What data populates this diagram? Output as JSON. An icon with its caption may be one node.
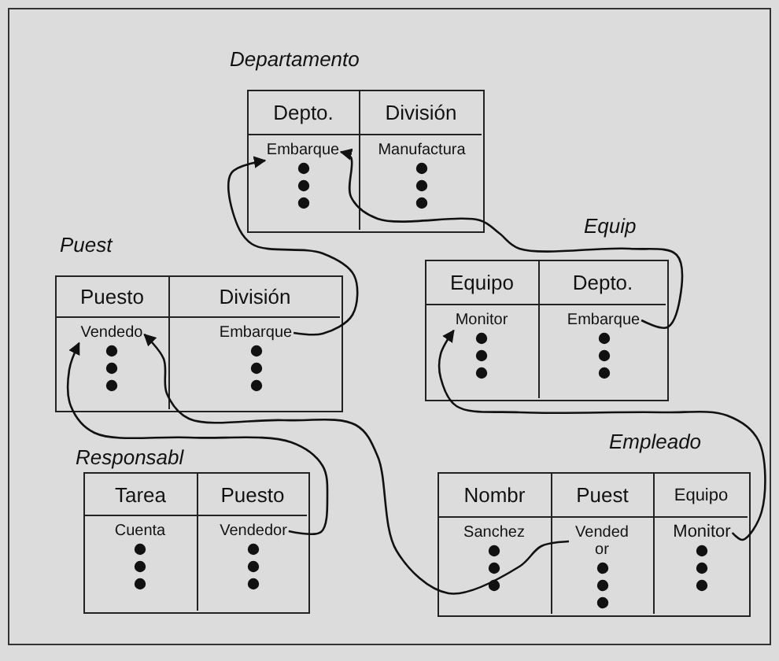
{
  "diagram": {
    "nodes": [
      {
        "text": [
          "Departamento"
        ]
      },
      {
        "text": [
          "Depto."
        ],
        "in": 0
      },
      {
        "text": [
          "División"
        ],
        "in": 0
      },
      {
        "text": [
          "Embarque"
        ],
        "in": 0
      },
      {
        "text": [
          "Manufactura"
        ],
        "in": 0
      },
      {
        "text": [
          "Puest"
        ]
      },
      {
        "text": [
          "Puesto"
        ],
        "in": 5
      },
      {
        "text": [
          "División"
        ],
        "in": 5
      },
      {
        "text": [
          "Vendedo"
        ],
        "in": 5
      },
      {
        "text": [
          "Embarque"
        ],
        "in": 5
      },
      {
        "text": [
          "Equip"
        ]
      },
      {
        "text": [
          "Equipo"
        ],
        "in": 10
      },
      {
        "text": [
          "Depto."
        ],
        "in": 10
      },
      {
        "text": [
          "Monitor"
        ],
        "in": 10
      },
      {
        "text": [
          "Embarque"
        ],
        "in": 10
      },
      {
        "text": [
          "Responsabl"
        ]
      },
      {
        "text": [
          "Tarea"
        ],
        "in": 15
      },
      {
        "text": [
          "Puesto"
        ],
        "in": 15
      },
      {
        "text": [
          "Cuenta"
        ],
        "in": 15
      },
      {
        "text": [
          "Vendedor"
        ],
        "in": 15
      },
      {
        "text": [
          "Empleado"
        ]
      },
      {
        "text": [
          "Nombr"
        ],
        "in": 20
      },
      {
        "text": [
          "Puest"
        ],
        "in": 20
      },
      {
        "text": [
          "Equipo"
        ],
        "in": 20
      },
      {
        "text": [
          "Sanchez"
        ],
        "in": 20
      },
      {
        "text": [
          "Vended or"
        ],
        "in": 20
      },
      {
        "text": [
          "Monitor"
        ],
        "in": 20
      }
    ],
    "edges": [
      {
        "from": 9,
        "to": 3,
        "arrow": "to"
      },
      {
        "from": 14,
        "to": 3,
        "arrow": "to"
      },
      {
        "from": 26,
        "to": 13,
        "arrow": "to"
      },
      {
        "from": 25,
        "to": 8,
        "arrow": "to"
      },
      {
        "from": 19,
        "to": 8,
        "arrow": "to"
      }
    ]
  }
}
